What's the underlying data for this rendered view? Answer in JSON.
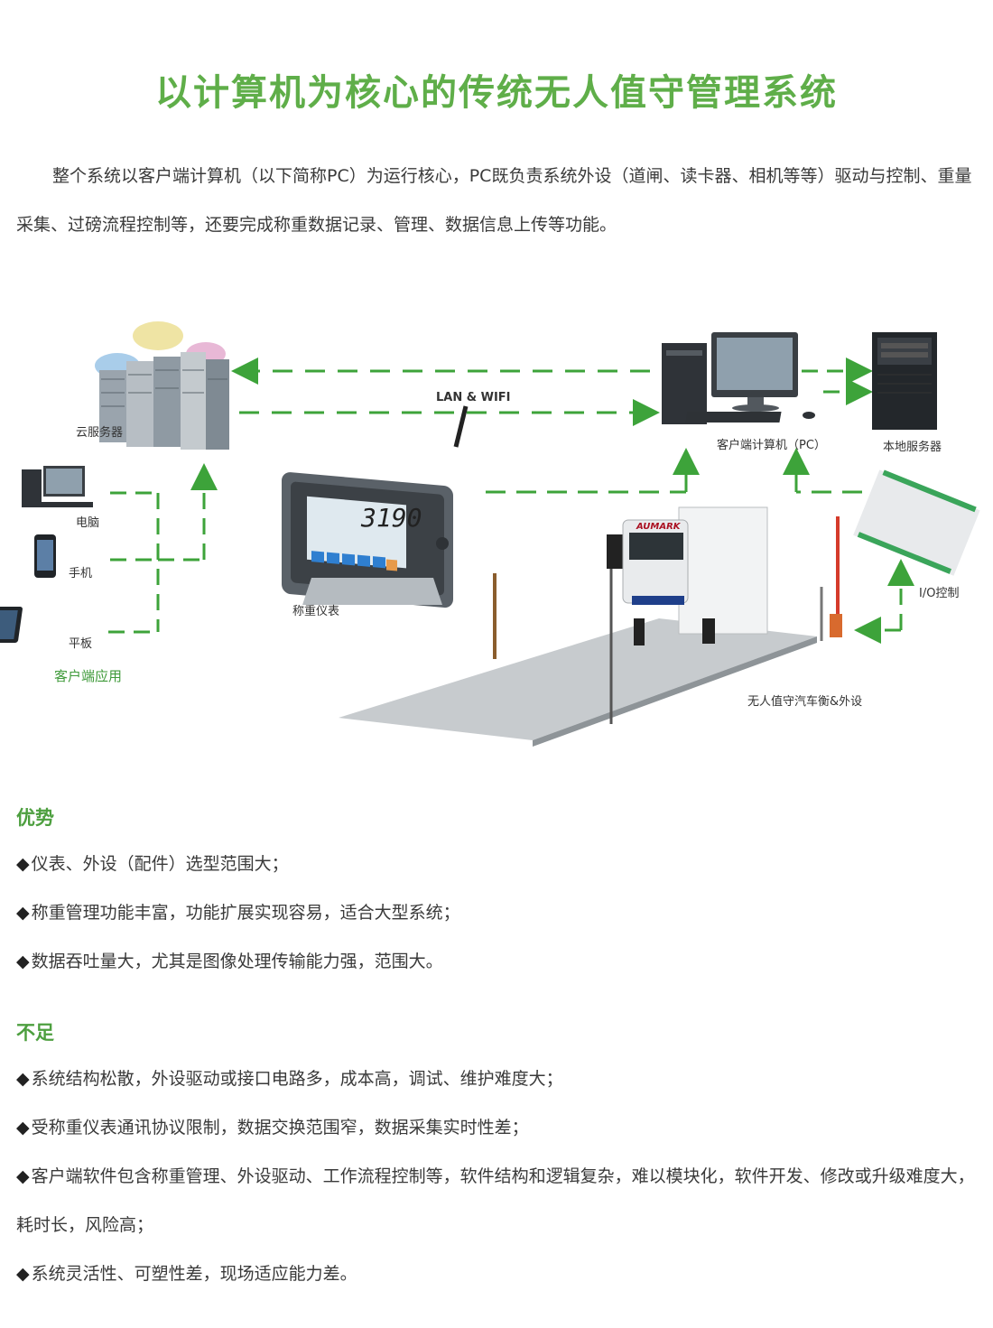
{
  "title": "以计算机为核心的传统无人值守管理系统",
  "intro": "整个系统以客户端计算机（以下简称PC）为运行核心，PC既负责系统外设（道闸、读卡器、相机等等）驱动与控制、重量采集、过磅流程控制等，还要完成称重数据记录、管理、数据信息上传等功能。",
  "diagram": {
    "cloud_server": "云服务器",
    "lan_wifi": "LAN & WIFI",
    "client_pc": "客户端计算机（PC）",
    "local_server": "本地服务器",
    "computer": "电脑",
    "phone": "手机",
    "tablet": "平板",
    "client_app": "客户端应用",
    "indicator": "称重仪表",
    "io_control": "I/O控制",
    "truck_scale": "无人值守汽车衡&外设",
    "indicator_reading": "3190",
    "truck_brand": "AUMARK"
  },
  "advantages": {
    "heading": "优势",
    "items": [
      "仪表、外设（配件）选型范围大；",
      "称重管理功能丰富，功能扩展实现容易，适合大型系统；",
      "数据吞吐量大，尤其是图像处理传输能力强，范围大。"
    ]
  },
  "disadvantages": {
    "heading": "不足",
    "items": [
      "系统结构松散，外设驱动或接口电路多，成本高，调试、维护难度大；",
      "受称重仪表通讯协议限制，数据交换范围窄，数据采集实时性差；",
      "客户端软件包含称重管理、外设驱动、工作流程控制等，软件结构和逻辑复杂，难以模块化，软件开发、修改或升级难度大，耗时长，风险高；",
      "系统灵活性、可塑性差，现场适应能力差。"
    ]
  },
  "bullet_symbol": "◆",
  "colors": {
    "title_green": "#5fae49",
    "arrow_green": "#3da33a",
    "heading_green": "#4d9f3f"
  }
}
